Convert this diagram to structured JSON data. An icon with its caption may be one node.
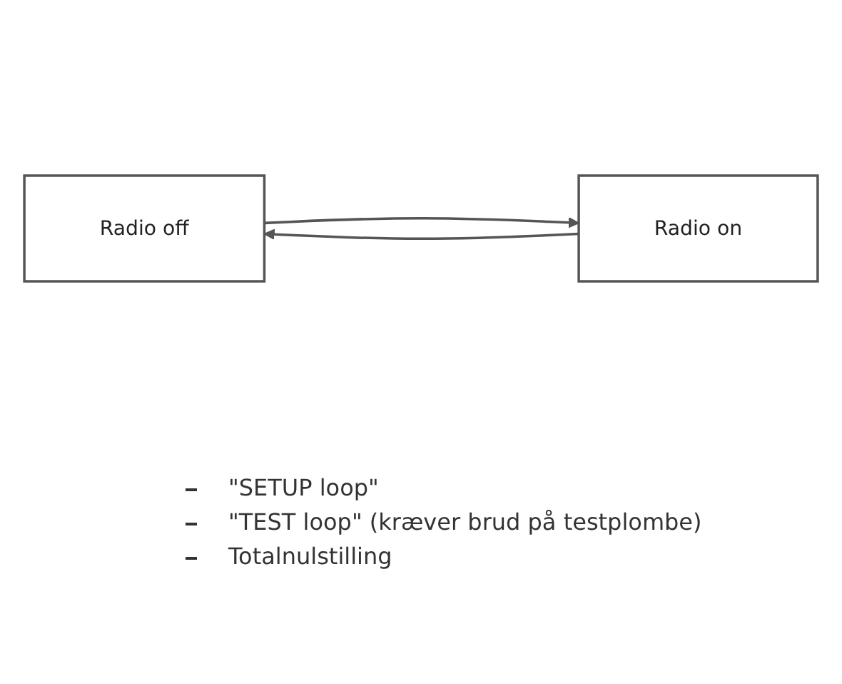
{
  "diagram": {
    "nodes": [
      {
        "text": [
          "Radio off"
        ]
      },
      {
        "text": [
          "Radio on"
        ]
      }
    ],
    "edges": [
      {
        "from": 0,
        "to": 1,
        "arrow": "to"
      },
      {
        "from": 1,
        "to": 0,
        "arrow": "to"
      }
    ],
    "labels": [
      "\"SETUP loop\"",
      "\"TEST loop\" (kræver brud på testplombe)",
      "Totalnulstilling"
    ]
  }
}
